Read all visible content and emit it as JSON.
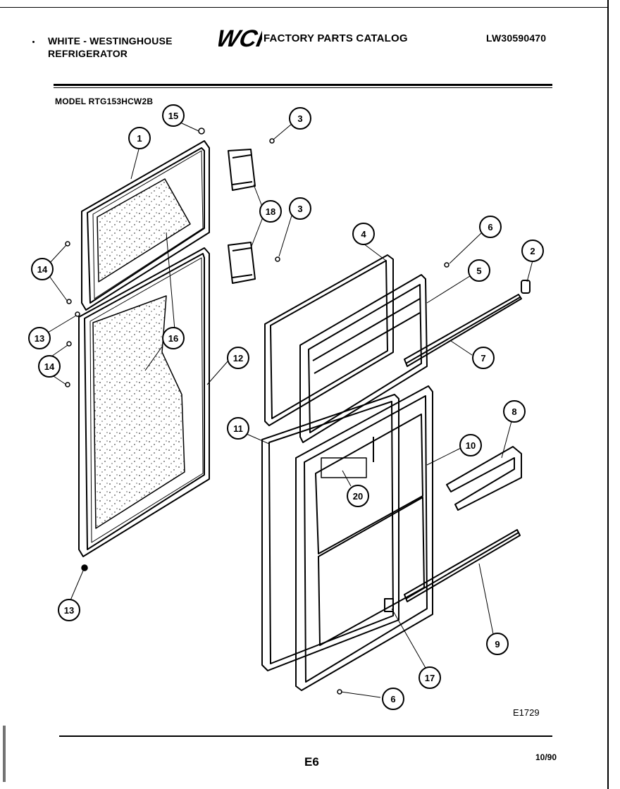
{
  "header": {
    "brand_line1": "WHITE - WESTINGHOUSE",
    "brand_line2": "REFRIGERATOR",
    "logo_text": "WCI",
    "catalog_title": "FACTORY PARTS CATALOG",
    "catalog_code": "LW30590470",
    "model": "MODEL RTG153HCW2B"
  },
  "callouts": {
    "c1": "1",
    "c2": "2",
    "c3a": "3",
    "c3b": "3",
    "c4": "4",
    "c5": "5",
    "c6a": "6",
    "c6b": "6",
    "c7": "7",
    "c8": "8",
    "c9": "9",
    "c10": "10",
    "c11": "11",
    "c12": "12",
    "c13a": "13",
    "c13b": "13",
    "c14a": "14",
    "c14b": "14",
    "c15": "15",
    "c16": "16",
    "c17": "17",
    "c18": "18",
    "c20": "20"
  },
  "footer": {
    "figure_ref": "E1729",
    "page": "E6",
    "date": "10/90"
  }
}
